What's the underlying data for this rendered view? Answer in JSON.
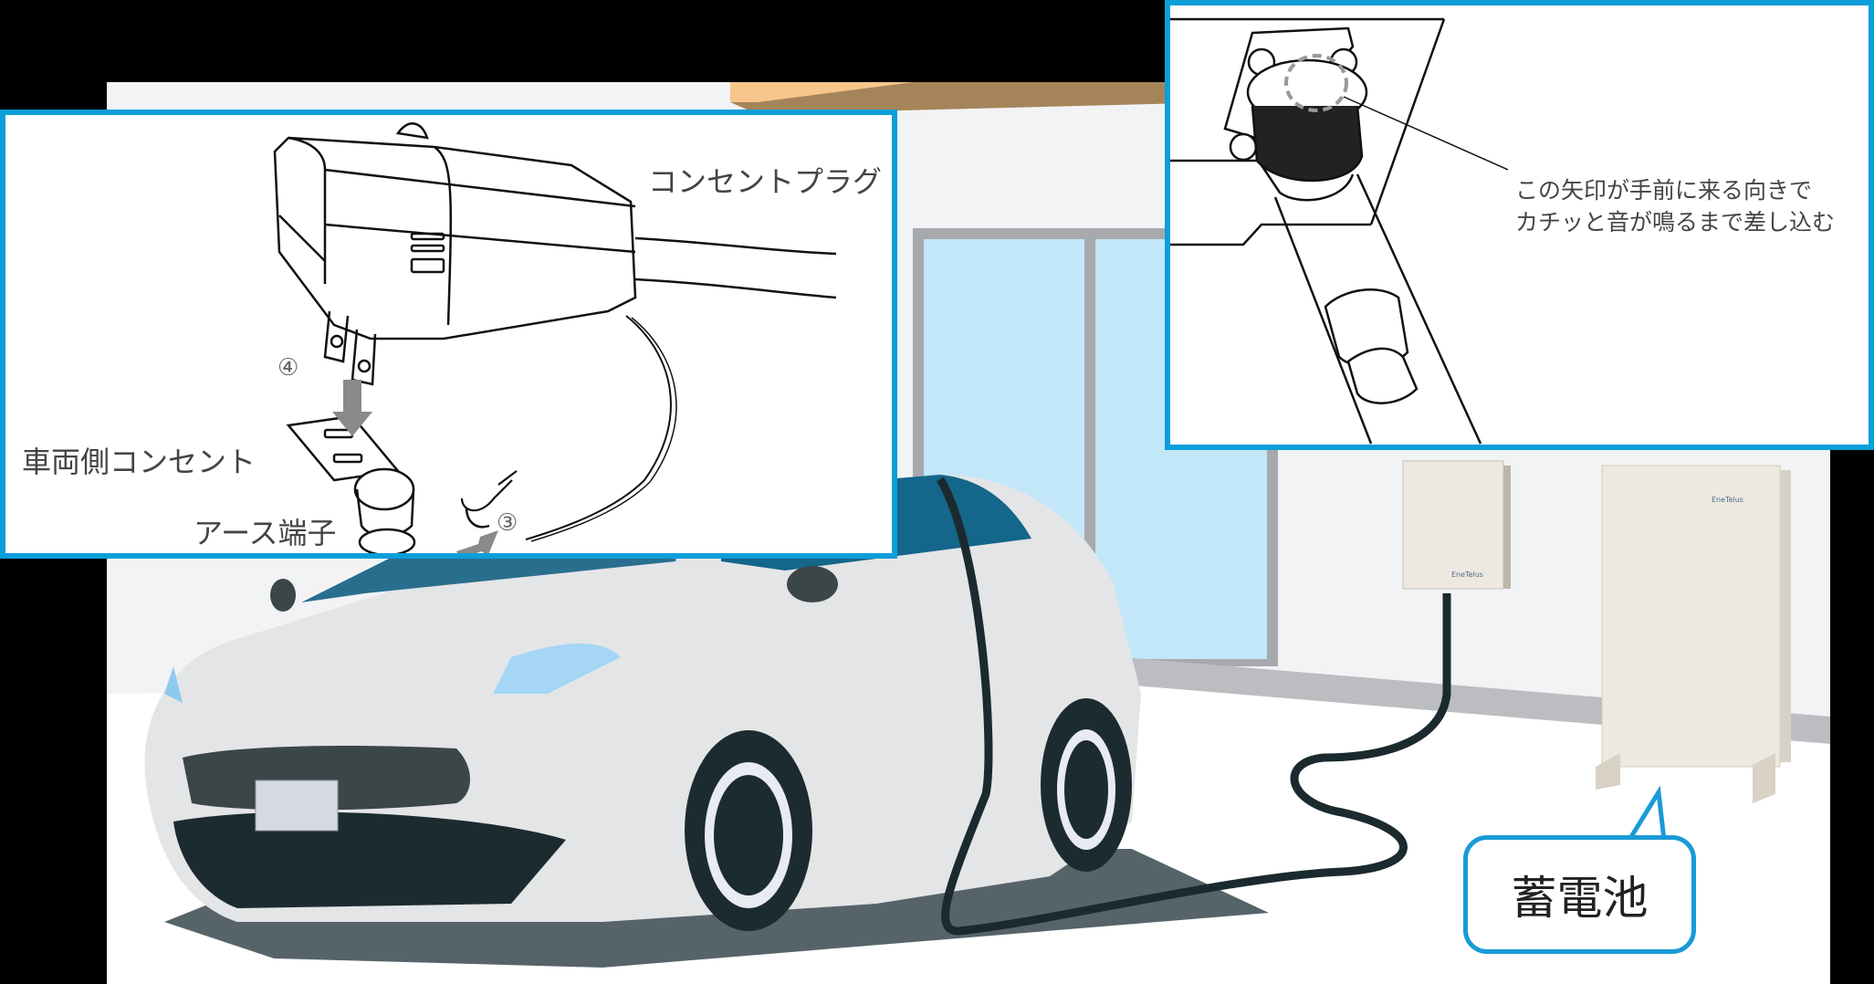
{
  "scene": {
    "description": "EV connected to home battery storage system",
    "colors": {
      "callout_border": "#0B9ED9",
      "wall": "#F2F3F5",
      "window_glass": "#C2E7F8",
      "window_frame": "#A7A9AC",
      "ceiling_beam": "#A6845A",
      "baseboard": "#BBBDC0",
      "car_body": "#E4E5E7",
      "car_dark": "#1C2B30",
      "car_glass": "#2A6E8E",
      "cable": "#1B2A2E",
      "battery_unit": "#EEE9E0"
    }
  },
  "left_callout": {
    "plug_label": "コンセントプラグ",
    "vehicle_outlet_label": "車両側コンセント",
    "earth_terminal_label": "アース端子",
    "step_4": "④",
    "step_3": "③"
  },
  "right_callout": {
    "instruction_line1": "この矢印が手前に来る向きで",
    "instruction_line2": "カチッと音が鳴るまで差し込む"
  },
  "devices": {
    "wall_box_brand": "EneTelus",
    "battery_brand": "EneTelus"
  },
  "battery_label": {
    "text": "蓄電池"
  }
}
